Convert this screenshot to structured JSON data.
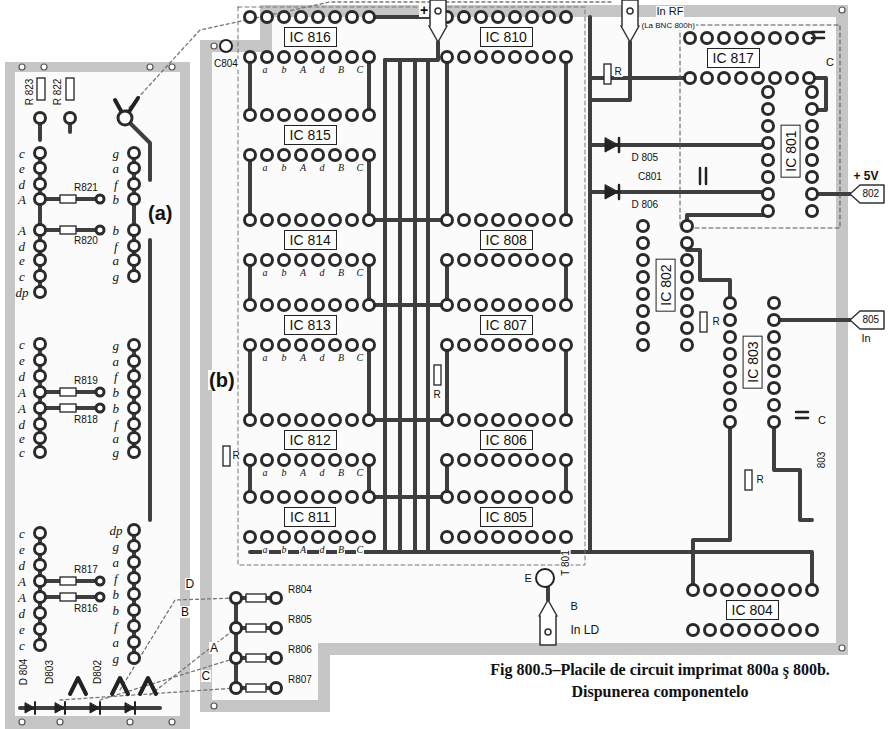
{
  "diagram": {
    "caption": "Fig 800.5–Placile de circuit imprimat 800a ş 800b. Dispunerea componentelo",
    "nodes": [
      {
        "text": [
          "IC 816"
        ]
      },
      {
        "text": [
          "IC 810"
        ]
      },
      {
        "text": [
          "IC 817"
        ]
      },
      {
        "text": [
          "IC 815"
        ]
      },
      {
        "text": [
          "IC 801"
        ]
      },
      {
        "text": [
          "IC 814"
        ]
      },
      {
        "text": [
          "IC 808"
        ]
      },
      {
        "text": [
          "IC 802"
        ]
      },
      {
        "text": [
          "IC 813"
        ]
      },
      {
        "text": [
          "IC 807"
        ]
      },
      {
        "text": [
          "IC 803"
        ]
      },
      {
        "text": [
          "IC 812"
        ]
      },
      {
        "text": [
          "IC 806"
        ]
      },
      {
        "text": [
          "IC 811"
        ]
      },
      {
        "text": [
          "IC 805"
        ]
      },
      {
        "text": [
          "IC 804"
        ]
      }
    ],
    "labels": [
      "R 823",
      "R 822",
      "c",
      "e",
      "d",
      "A",
      "A",
      "d",
      "e",
      "c",
      "dp",
      "R821",
      "R820",
      "g",
      "a",
      "f",
      "b",
      "b",
      "f",
      "a",
      "g",
      "(a)",
      "c",
      "e",
      "d",
      "A",
      "A",
      "d",
      "e",
      "c",
      "R819",
      "R818",
      "g",
      "a",
      "f",
      "b",
      "b",
      "f",
      "a",
      "g",
      "(b)",
      "c",
      "e",
      "d",
      "A",
      "A",
      "d",
      "e",
      "c",
      "R817",
      "R816",
      "dp",
      "g",
      "a",
      "f",
      "b",
      "b",
      "f",
      "a",
      "g",
      "D 804",
      "D803",
      "D802",
      "D",
      "B",
      "A",
      "C",
      "C804",
      "+",
      "In RF",
      "(La BNC 800h)",
      "D 805",
      "D 806",
      "C801",
      "C",
      "+ 5V",
      "802",
      "805",
      "In",
      "R",
      "R",
      "R",
      "R",
      "R",
      "803",
      "C",
      "E",
      "T 801",
      "B",
      "In LD",
      "R804",
      "R805",
      "R806",
      "R807",
      "a",
      "b",
      "A",
      "d",
      "B",
      "C",
      "a",
      "b",
      "A",
      "d",
      "B",
      "C",
      "a",
      "b",
      "A",
      "d",
      "B",
      "C",
      "a",
      "b",
      "A",
      "d",
      "B",
      "C",
      "a",
      "b",
      "A",
      "d",
      "B",
      "C",
      "a",
      "b",
      "A",
      "d",
      "B",
      "C"
    ]
  }
}
